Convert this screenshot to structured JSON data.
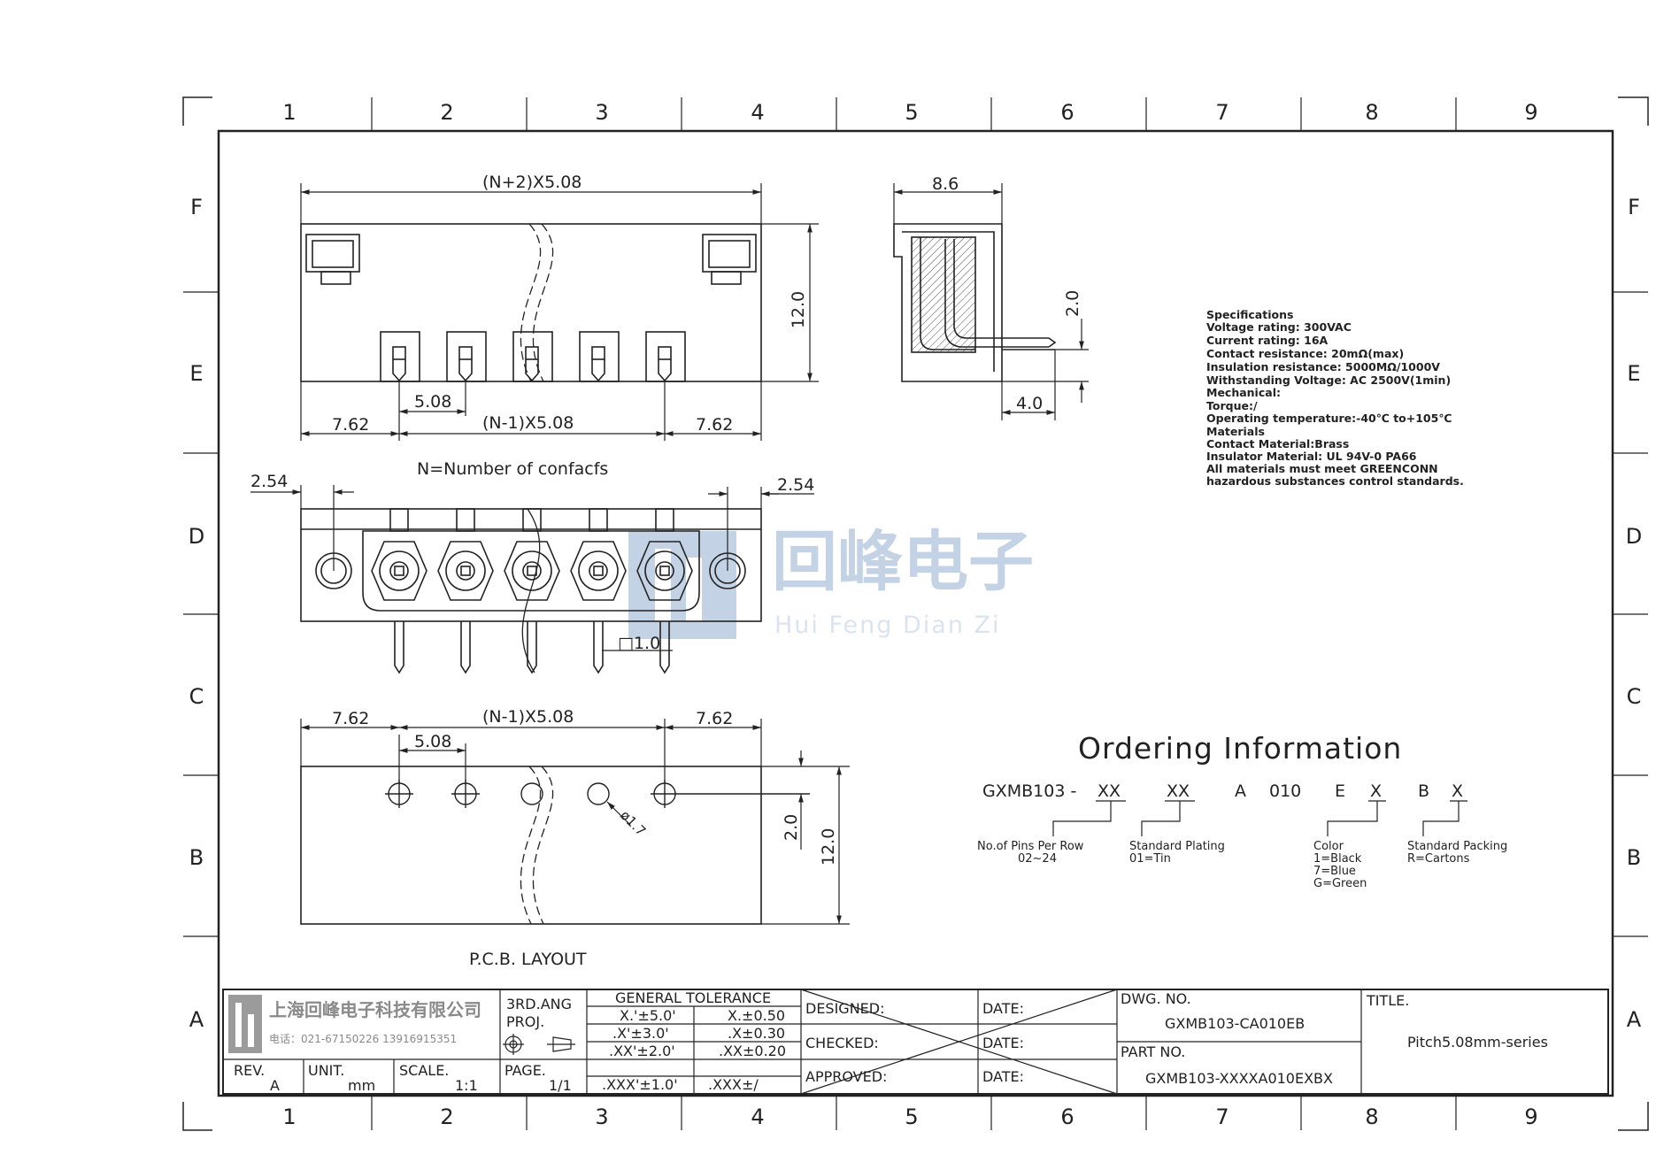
{
  "frame": {
    "columns": [
      "1",
      "2",
      "3",
      "4",
      "5",
      "6",
      "7",
      "8",
      "9"
    ],
    "rows": [
      "F",
      "E",
      "D",
      "C",
      "B",
      "A"
    ]
  },
  "top_view": {
    "overall_width": "(N+2)X5.08",
    "height": "12.0",
    "pitch": "5.08",
    "edge_left": "7.62",
    "edge_right": "7.62",
    "span": "(N-1)X5.08",
    "note": "N=Number of confacfs"
  },
  "side_view": {
    "depth": "8.6",
    "pin_height": "2.0",
    "pin_offset": "4.0"
  },
  "front_view": {
    "hole_left": "2.54",
    "hole_right": "2.54",
    "pin_square": "□1.0"
  },
  "pcb_layout": {
    "edge_left": "7.62",
    "edge_right": "7.62",
    "span": "(N-1)X5.08",
    "pitch": "5.08",
    "hole_dia": "ø1.7",
    "row_offset": "2.0",
    "height": "12.0",
    "caption": "P.C.B. LAYOUT"
  },
  "watermark": {
    "cn": "回峰电子",
    "en": "Hui Feng Dian Zi"
  },
  "specifications": [
    "Specifications",
    "Voltage  rating:  300VAC",
    "Current  rating:  16A",
    "Contact  resistance:  20mΩ(max)",
    "Insulation  resistance:  5000MΩ/1000V",
    "Withstanding  Voltage:  AC  2500V(1min)",
    "Mechanical:",
    "Torque:/",
    "Operating  temperature:-40℃  to+105℃",
    "Materials",
    "Contact  Material:Brass",
    "Insulator  Material:  UL  94V-0  PA66",
    "All  materials  must  meet  GREENCONN",
    "hazardous  substances  control  standards."
  ],
  "ordering": {
    "title": "Ordering  Information",
    "code_prefix": "GXMB103  -",
    "code_parts": [
      "XX",
      "XX",
      "A",
      "010",
      "E",
      "X",
      "B",
      "X"
    ],
    "pins_label": "No.of  Pins  Per  Row",
    "pins_range": "02~24",
    "plating_label": "Standard  Plating",
    "plating_value": "01=Tin",
    "color_label": "Color",
    "color_values": [
      "1=Black",
      "7=Blue",
      "G=Green"
    ],
    "packing_label": "Standard  Packing",
    "packing_value": "R=Cartons"
  },
  "title_block": {
    "company": "上海回峰电子科技有限公司",
    "phone": "电话：021-67150226   13916915351",
    "projection_label": "3RD.ANG",
    "proj_label": "PROJ.",
    "tolerance_title": "GENERAL  TOLERANCE",
    "tolerances": [
      [
        "X.'±5.0'",
        "X.±0.50"
      ],
      [
        ".X'±3.0'",
        ".X±0.30"
      ],
      [
        ".XX'±2.0'",
        ".XX±0.20"
      ],
      [
        ".XXX'±1.0'",
        ".XXX±/"
      ]
    ],
    "designed": "DESIGNED:",
    "checked": "CHECKED:",
    "approved": "APPROVED:",
    "date": "DATE:",
    "dwg_no_label": "DWG.  NO.",
    "dwg_no": "GXMB103-CA010EB",
    "part_no_label": "PART  NO.",
    "part_no": "GXMB103-XXXXA010EXBX",
    "title_label": "TITLE.",
    "title": "Pitch5.08mm-series",
    "rev_label": "REV.",
    "rev": "A",
    "unit_label": "UNIT.",
    "unit": "mm",
    "scale_label": "SCALE.",
    "scale": "1:1",
    "page_label": "PAGE.",
    "page": "1/1"
  }
}
